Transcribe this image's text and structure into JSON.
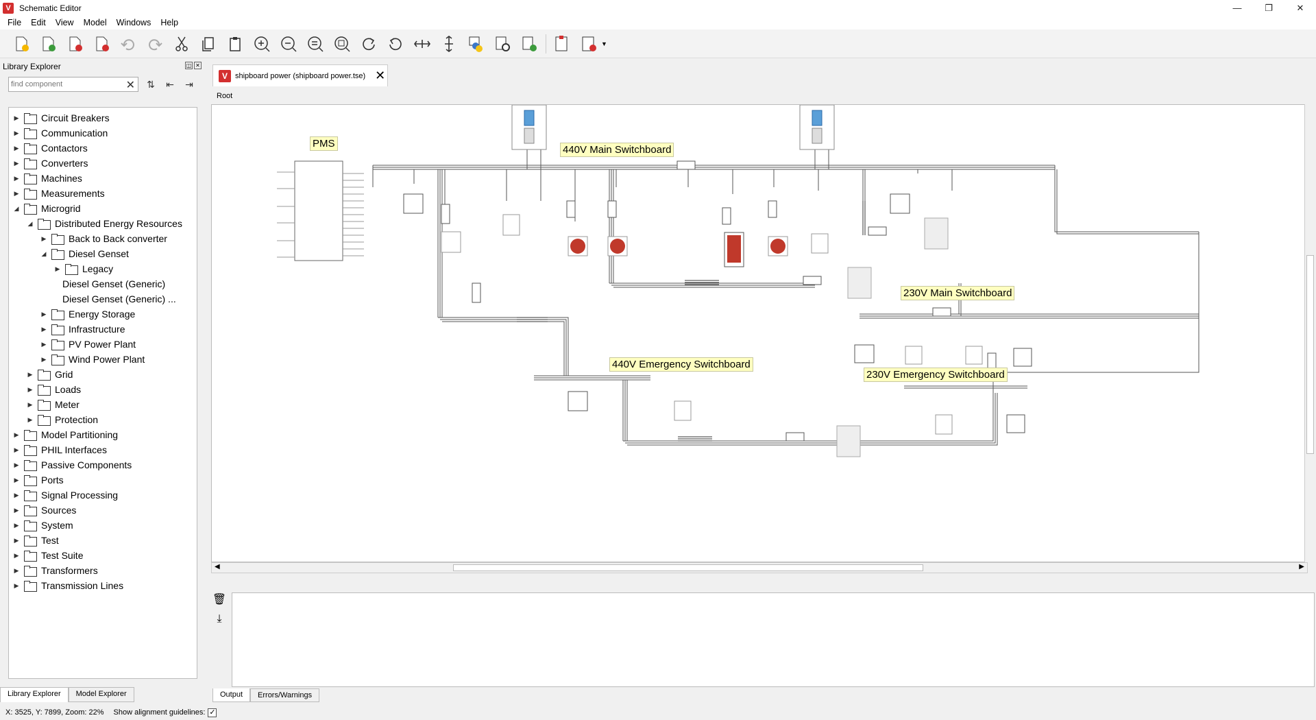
{
  "window": {
    "title": "Schematic Editor",
    "minimize": "—",
    "maximize": "❐",
    "close": "✕"
  },
  "menu": [
    "File",
    "Edit",
    "View",
    "Model",
    "Windows",
    "Help"
  ],
  "toolbar": [
    "new-model",
    "new-from-template",
    "save",
    "save-as",
    "undo",
    "redo",
    "cut",
    "copy",
    "paste",
    "zoom-in",
    "zoom-out",
    "zoom-fit",
    "zoom-selection",
    "rotate-right",
    "rotate-left",
    "flip-horizontal",
    "flip-vertical",
    "python-script",
    "model-settings",
    "compile",
    "export",
    "compile-load"
  ],
  "library": {
    "title": "Library Explorer",
    "search_placeholder": "find component",
    "tree": [
      {
        "label": "Circuit Breakers",
        "level": 0,
        "state": "collapsed"
      },
      {
        "label": "Communication",
        "level": 0,
        "state": "collapsed"
      },
      {
        "label": "Contactors",
        "level": 0,
        "state": "collapsed"
      },
      {
        "label": "Converters",
        "level": 0,
        "state": "collapsed"
      },
      {
        "label": "Machines",
        "level": 0,
        "state": "collapsed"
      },
      {
        "label": "Measurements",
        "level": 0,
        "state": "collapsed"
      },
      {
        "label": "Microgrid",
        "level": 0,
        "state": "expanded"
      },
      {
        "label": "Distributed Energy Resources",
        "level": 1,
        "state": "expanded"
      },
      {
        "label": "Back to Back converter",
        "level": 2,
        "state": "collapsed"
      },
      {
        "label": "Diesel Genset",
        "level": 2,
        "state": "expanded"
      },
      {
        "label": "Legacy",
        "level": 3,
        "state": "collapsed"
      },
      {
        "label": "Diesel Genset (Generic)",
        "level": 3,
        "state": "leaf"
      },
      {
        "label": "Diesel Genset (Generic) ...",
        "level": 3,
        "state": "leaf"
      },
      {
        "label": "Energy Storage",
        "level": 2,
        "state": "collapsed"
      },
      {
        "label": "Infrastructure",
        "level": 2,
        "state": "collapsed"
      },
      {
        "label": "PV Power Plant",
        "level": 2,
        "state": "collapsed"
      },
      {
        "label": "Wind Power Plant",
        "level": 2,
        "state": "collapsed"
      },
      {
        "label": "Grid",
        "level": 1,
        "state": "collapsed"
      },
      {
        "label": "Loads",
        "level": 1,
        "state": "collapsed"
      },
      {
        "label": "Meter",
        "level": 1,
        "state": "collapsed"
      },
      {
        "label": "Protection",
        "level": 1,
        "state": "collapsed"
      },
      {
        "label": "Model Partitioning",
        "level": 0,
        "state": "collapsed"
      },
      {
        "label": "PHIL Interfaces",
        "level": 0,
        "state": "collapsed"
      },
      {
        "label": "Passive Components",
        "level": 0,
        "state": "collapsed"
      },
      {
        "label": "Ports",
        "level": 0,
        "state": "collapsed"
      },
      {
        "label": "Signal Processing",
        "level": 0,
        "state": "collapsed"
      },
      {
        "label": "Sources",
        "level": 0,
        "state": "collapsed"
      },
      {
        "label": "System",
        "level": 0,
        "state": "collapsed"
      },
      {
        "label": "Test",
        "level": 0,
        "state": "collapsed"
      },
      {
        "label": "Test Suite",
        "level": 0,
        "state": "collapsed"
      },
      {
        "label": "Transformers",
        "level": 0,
        "state": "collapsed"
      },
      {
        "label": "Transmission Lines",
        "level": 0,
        "state": "collapsed"
      }
    ],
    "tabs": [
      "Library Explorer",
      "Model Explorer"
    ]
  },
  "document": {
    "tab_label": "shipboard power (shipboard power.tse)",
    "breadcrumb": "Root"
  },
  "schematic": {
    "labels": {
      "pms": "PMS",
      "main_440": "440V Main Switchboard",
      "main_230": "230V Main Switchboard",
      "emer_440": "440V Emergency Switchboard",
      "emer_230": "230V Emergency Switchboard"
    }
  },
  "output": {
    "tabs": [
      "Output",
      "Errors/Warnings"
    ]
  },
  "status": {
    "coords": "X:  3525, Y:  7899, Zoom: 22%",
    "guidelines_label": "Show alignment guidelines:",
    "guidelines_checked": "✓"
  },
  "colors": {
    "accent": "#d32f2f",
    "label_bg": "#ffffc0",
    "wire": "#555555"
  }
}
